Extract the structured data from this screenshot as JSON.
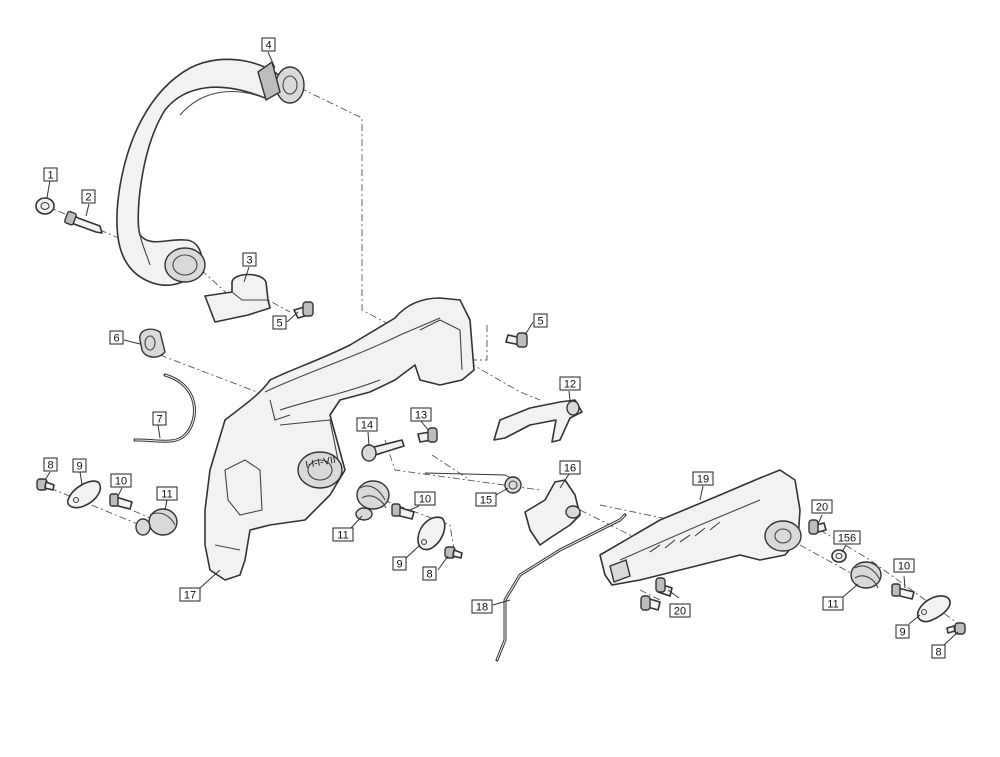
{
  "colors": {
    "line": "#333333",
    "fill": "#f2f2f2",
    "background": "#ffffff"
  },
  "callouts": {
    "c1": "1",
    "c2": "2",
    "c3": "3",
    "c4": "4",
    "c5a": "5",
    "c5b": "5",
    "c6": "6",
    "c7": "7",
    "c8a": "8",
    "c8b": "8",
    "c8c": "8",
    "c9a": "9",
    "c9b": "9",
    "c9c": "9",
    "c10a": "10",
    "c10b": "10",
    "c10c": "10",
    "c11a": "11",
    "c11b": "11",
    "c11c": "11",
    "c12": "12",
    "c13": "13",
    "c14": "14",
    "c15": "15",
    "c16": "16",
    "c17": "17",
    "c18": "18",
    "c19": "19",
    "c20a": "20",
    "c20b": "20",
    "c156": "156"
  },
  "handle_marking": "I-I-I-VII"
}
